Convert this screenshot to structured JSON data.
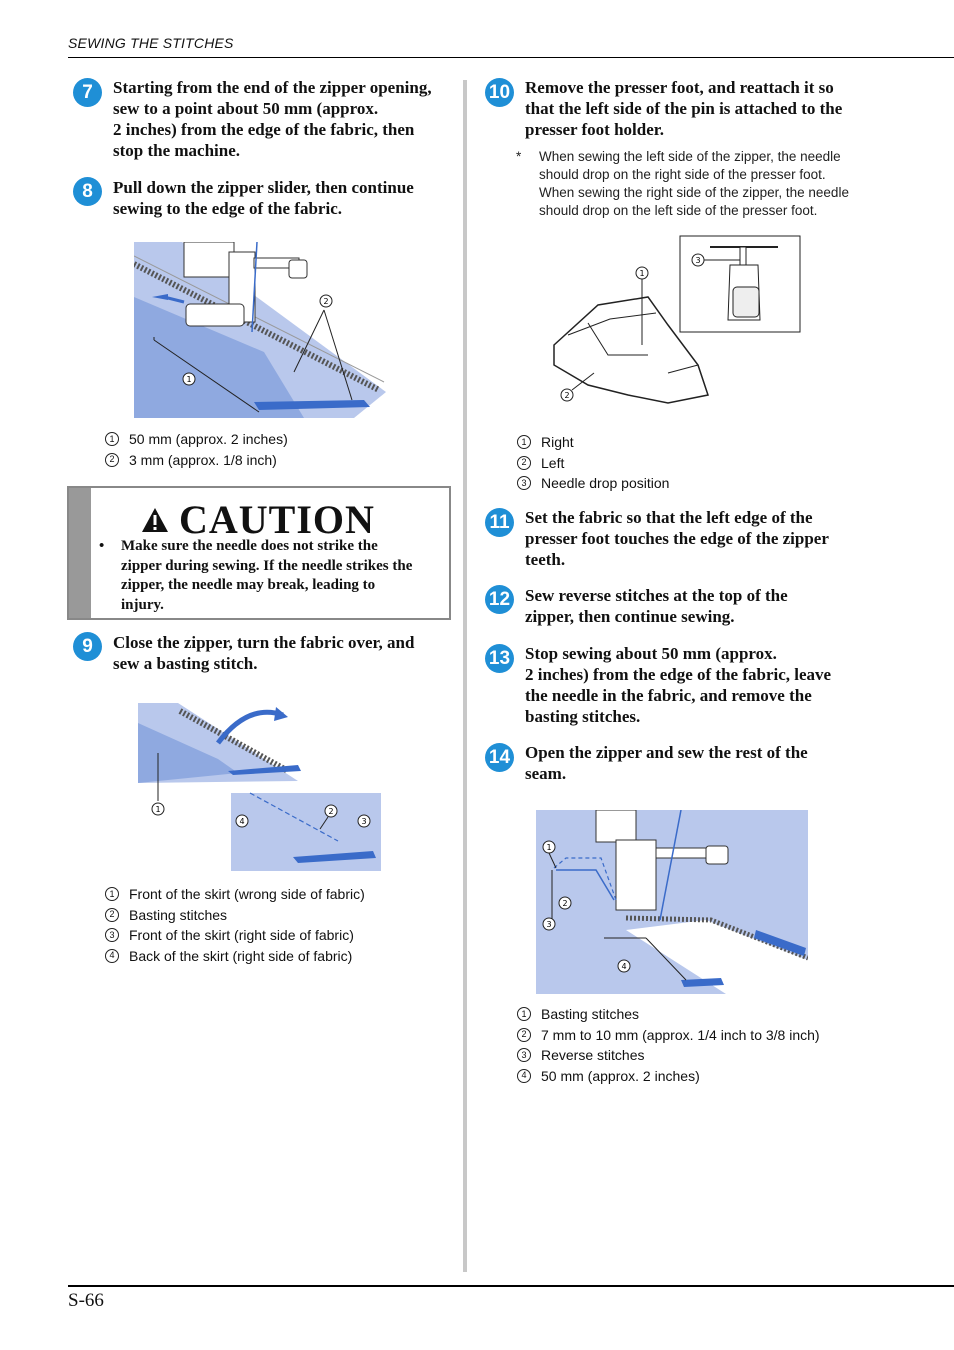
{
  "header": {
    "section_title": "SEWING THE STITCHES"
  },
  "footer": {
    "page_number": "S-66"
  },
  "colors": {
    "step_badge": "#1f8fd6",
    "fabric_blue": "#b9c8ec",
    "fabric_dark": "#8fa9e0",
    "caution_stripe": "#999999"
  },
  "steps": [
    {
      "number": "7",
      "text_lines": [
        "Starting from the end of the zipper opening,",
        "sew to a point about 50 mm (approx.",
        "2 inches) from the edge of the fabric, then",
        "stop the machine."
      ]
    },
    {
      "number": "8",
      "text_lines": [
        "Pull down the zipper slider, then continue",
        "sewing to the edge of the fabric."
      ]
    },
    {
      "number": "9",
      "text_lines": [
        "Close the zipper, turn the fabric over, and",
        "sew a basting stitch."
      ]
    },
    {
      "number": "10",
      "text_lines": [
        "Remove the presser foot, and reattach it so",
        "that the left side of the pin is attached to the",
        "presser foot holder."
      ]
    },
    {
      "number": "11",
      "text_lines": [
        "Set the fabric so that the left edge of the",
        "presser foot touches the edge of the zipper",
        "teeth."
      ]
    },
    {
      "number": "12",
      "text_lines": [
        "Sew reverse stitches at the top of the",
        "zipper, then continue sewing."
      ]
    },
    {
      "number": "13",
      "text_lines": [
        "Stop sewing about 50 mm (approx.",
        "2 inches) from the edge of the fabric, leave",
        "the needle in the fabric, and remove the",
        "basting stitches."
      ]
    },
    {
      "number": "14",
      "text_lines": [
        "Open the zipper and sew the rest of the",
        "seam."
      ]
    }
  ],
  "figure1": {
    "callouts": [
      "1",
      "2"
    ],
    "legend": [
      {
        "num": "1",
        "text": "50 mm (approx. 2 inches)"
      },
      {
        "num": "2",
        "text": "3 mm (approx. 1/8 inch)"
      }
    ]
  },
  "caution": {
    "title": "CAUTION",
    "bullet_lines": [
      "Make sure the needle does not strike the",
      "zipper during sewing. If the needle strikes the",
      "zipper, the needle may break, leading to",
      "injury."
    ]
  },
  "figure2": {
    "callouts": [
      "1",
      "2",
      "3",
      "4"
    ],
    "legend": [
      {
        "num": "1",
        "text": "Front of the skirt (wrong side of fabric)"
      },
      {
        "num": "2",
        "text": "Basting stitches"
      },
      {
        "num": "3",
        "text": "Front of the skirt (right side of fabric)"
      },
      {
        "num": "4",
        "text": "Back of the skirt (right side of fabric)"
      }
    ]
  },
  "step10_note": {
    "marker": "*",
    "lines": [
      "When sewing the left side of the zipper, the needle",
      "should drop on the right side of the presser foot.",
      "When sewing the right side of the zipper, the needle",
      "should drop on the left side of the presser foot."
    ]
  },
  "figure3": {
    "callouts": [
      "1",
      "2",
      "3"
    ],
    "legend": [
      {
        "num": "1",
        "text": "Right"
      },
      {
        "num": "2",
        "text": "Left"
      },
      {
        "num": "3",
        "text": "Needle drop position"
      }
    ]
  },
  "figure4": {
    "callouts": [
      "1",
      "2",
      "3",
      "4"
    ],
    "legend": [
      {
        "num": "1",
        "text": "Basting stitches"
      },
      {
        "num": "2",
        "text": "7 mm to 10 mm (approx. 1/4 inch to 3/8 inch)"
      },
      {
        "num": "3",
        "text": "Reverse stitches"
      },
      {
        "num": "4",
        "text": "50 mm (approx. 2 inches)"
      }
    ]
  }
}
